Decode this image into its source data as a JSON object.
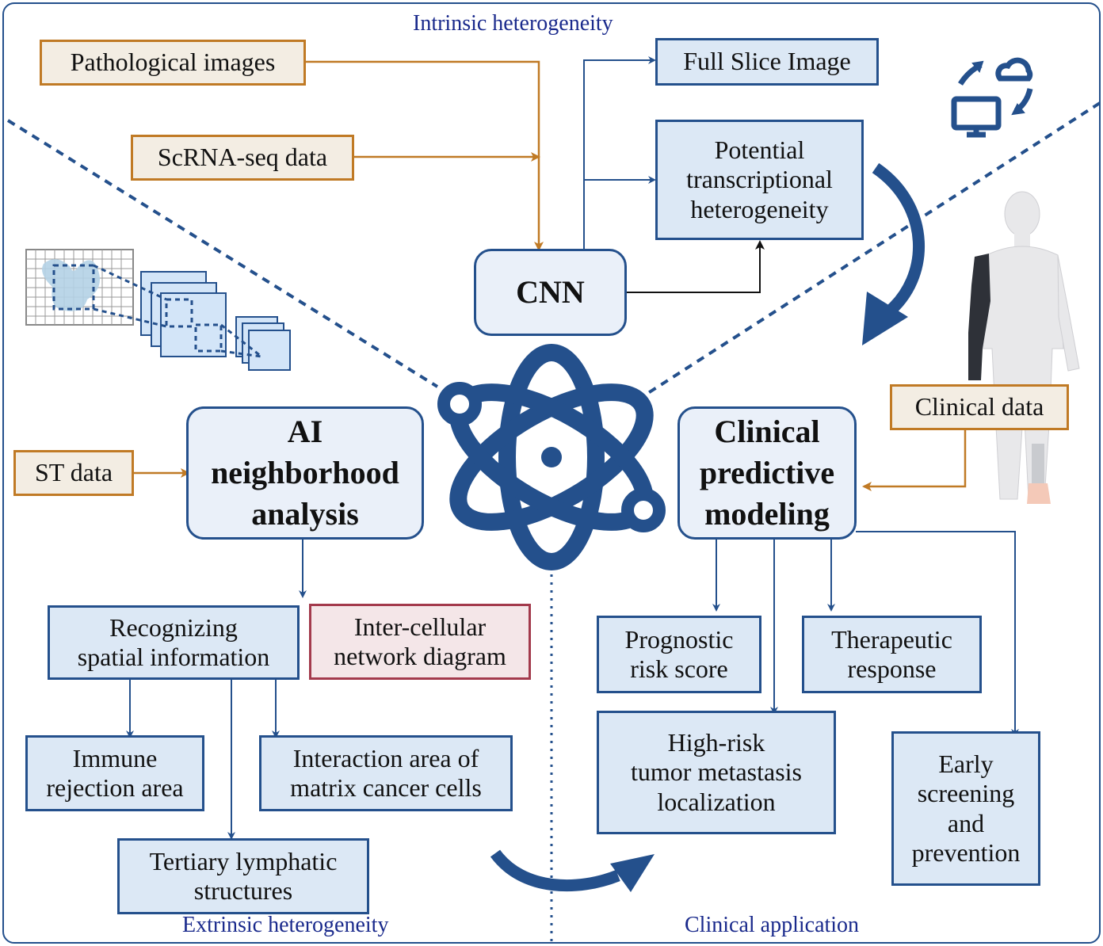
{
  "section_labels": {
    "intrinsic": "Intrinsic heterogeneity",
    "extrinsic": "Extrinsic heterogeneity",
    "clinical": "Clinical application"
  },
  "inputs": {
    "pathological_images": "Pathological images",
    "scrna_seq": "ScRNA-seq data",
    "st_data": "ST data",
    "clinical_data": "Clinical data"
  },
  "core": {
    "cnn": "CNN",
    "ai_neighborhood": "AI\nneighborhood\nanalysis",
    "clinical_modeling": "Clinical\npredictive\nmodeling"
  },
  "outputs": {
    "full_slice": "Full Slice Image",
    "transcriptional": "Potential\ntranscriptional\nheterogeneity",
    "recognizing_spatial": "Recognizing\nspatial information",
    "intercellular": "Inter-cellular\nnetwork diagram",
    "immune_rejection": "Immune\nrejection area",
    "interaction_area": "Interaction area of\nmatrix cancer cells",
    "tertiary_lymphatic": "Tertiary lymphatic\nstructures",
    "prognostic": "Prognostic\nrisk score",
    "therapeutic": "Therapeutic\nresponse",
    "high_risk": "High-risk\ntumor metastasis\nlocalization",
    "early_screening": "Early\nscreening\nand\nprevention"
  },
  "colors": {
    "primary_blue": "#24508c",
    "input_orange": "#c07a25",
    "label_navy": "#1a2a8c",
    "network_red": "#a33a4c"
  },
  "icons": [
    "atom-icon",
    "cloud-sync-icon",
    "human-figure-icon",
    "cnn-feature-map-icon"
  ]
}
